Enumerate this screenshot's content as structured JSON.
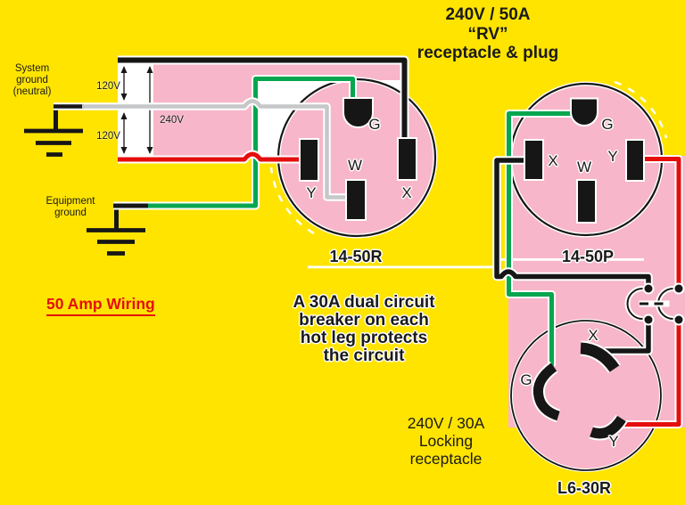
{
  "colors": {
    "background": "#FFE400",
    "pink": "#F7B6C9",
    "red": "#E50E0D",
    "green": "#06A64F",
    "neutral_gray": "#C6C7C9",
    "black": "#161616"
  },
  "header": {
    "line1": "240V / 50A",
    "line2": "“RV”",
    "line3": "receptacle & plug"
  },
  "system_ground": {
    "lines": [
      "System",
      "ground",
      "(neutral)"
    ]
  },
  "equipment_ground": {
    "lines": [
      "Equipment",
      "ground"
    ]
  },
  "voltages": {
    "top": "120V",
    "middle": "240V",
    "bottom": "120V"
  },
  "wiring_title": "50 Amp Wiring",
  "breaker_note": {
    "lines": [
      "A 30A dual circuit",
      "breaker on each",
      "hot leg protects",
      "the circuit"
    ]
  },
  "receptacle_14_50r": {
    "label": "14-50R",
    "terminals": {
      "g": "G",
      "w": "W",
      "x": "X",
      "y": "Y"
    }
  },
  "plug_14_50p": {
    "label": "14-50P",
    "terminals": {
      "g": "G",
      "w": "W",
      "x": "X",
      "y": "Y"
    }
  },
  "locking_receptacle": {
    "label": "L6-30R",
    "caption": [
      "240V / 30A",
      "Locking",
      "receptacle"
    ],
    "terminals": {
      "g": "G",
      "x": "X",
      "y": "Y"
    }
  }
}
